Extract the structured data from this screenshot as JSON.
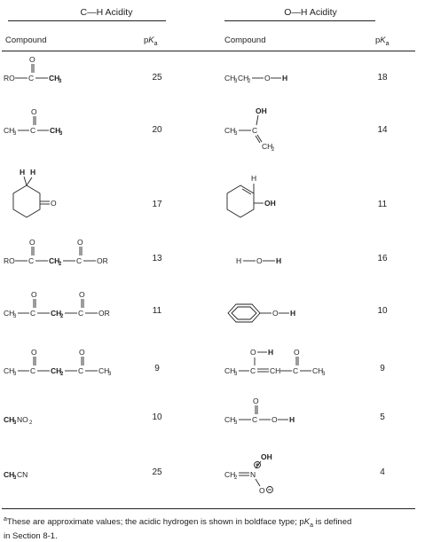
{
  "headers": {
    "ch_title": "C—H Acidity",
    "oh_title": "O—H Acidity",
    "compound": "Compound",
    "pka_p": "p",
    "pka_K": "K",
    "pka_a": "a"
  },
  "ch_rows": [
    {
      "name": "ethyl-acetate",
      "pka": "25"
    },
    {
      "name": "acetone",
      "pka": "20"
    },
    {
      "name": "cyclohexanone",
      "pka": "17"
    },
    {
      "name": "malonic-ester",
      "pka": "13"
    },
    {
      "name": "acetoacetic-ester",
      "pka": "11"
    },
    {
      "name": "pentanedione",
      "pka": "9"
    },
    {
      "name": "nitromethane",
      "pka": "10"
    },
    {
      "name": "acetonitrile",
      "pka": "25"
    }
  ],
  "oh_rows": [
    {
      "name": "ethanol",
      "pka": "18"
    },
    {
      "name": "propen-2-ol",
      "pka": "14"
    },
    {
      "name": "cyclohexenol",
      "pka": "11"
    },
    {
      "name": "water",
      "pka": "16"
    },
    {
      "name": "phenol",
      "pka": "10"
    },
    {
      "name": "pentanedione-enol",
      "pka": "9"
    },
    {
      "name": "acetic-acid",
      "pka": "5"
    },
    {
      "name": "nitronic-acid",
      "pka": "4"
    }
  ],
  "labels": {
    "RO": "RO",
    "C": "C",
    "O": "O",
    "OR": "OR",
    "H": "H",
    "N": "N",
    "CH": "CH",
    "CH3": "CH",
    "CH2": "CH",
    "sub3": "3",
    "sub2": "2",
    "OH": "OH",
    "NO2": "NO",
    "CN": "CN",
    "CH2O": "CH"
  },
  "footnote": {
    "mark": "a",
    "text1": "These are approximate values; the acidic hydrogen is shown in boldface type; p",
    "K": "K",
    "a": "a",
    "text2": " is defined",
    "line2": "in Section 8-1."
  }
}
